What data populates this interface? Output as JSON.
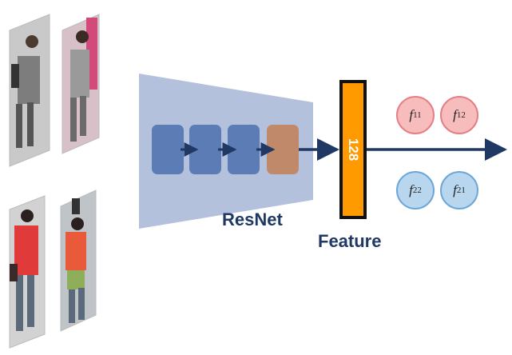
{
  "diagram": {
    "network_label": "ResNet",
    "feature_label": "Feature",
    "feature_dim": "128",
    "features": [
      {
        "base": "f",
        "sub": "11",
        "group": "red"
      },
      {
        "base": "f",
        "sub": "12",
        "group": "red"
      },
      {
        "base": "f",
        "sub": "22",
        "group": "blue"
      },
      {
        "base": "f",
        "sub": "21",
        "group": "blue"
      }
    ],
    "colors": {
      "arrow": "#1f3864",
      "trapezoid": "#b4c1dc",
      "block": "#5b7cb4",
      "last_block": "#c08a6a",
      "feature_bar": "#ff9a00",
      "feature_border": "#111111"
    },
    "images": [
      {
        "name": "person-a-view-1",
        "shirt": "#8a8a8a"
      },
      {
        "name": "person-a-view-2",
        "shirt": "#9a9a9a"
      },
      {
        "name": "person-b-view-1",
        "shirt": "#e03a3a"
      },
      {
        "name": "person-b-view-2",
        "shirt": "#e85a3a"
      }
    ]
  }
}
